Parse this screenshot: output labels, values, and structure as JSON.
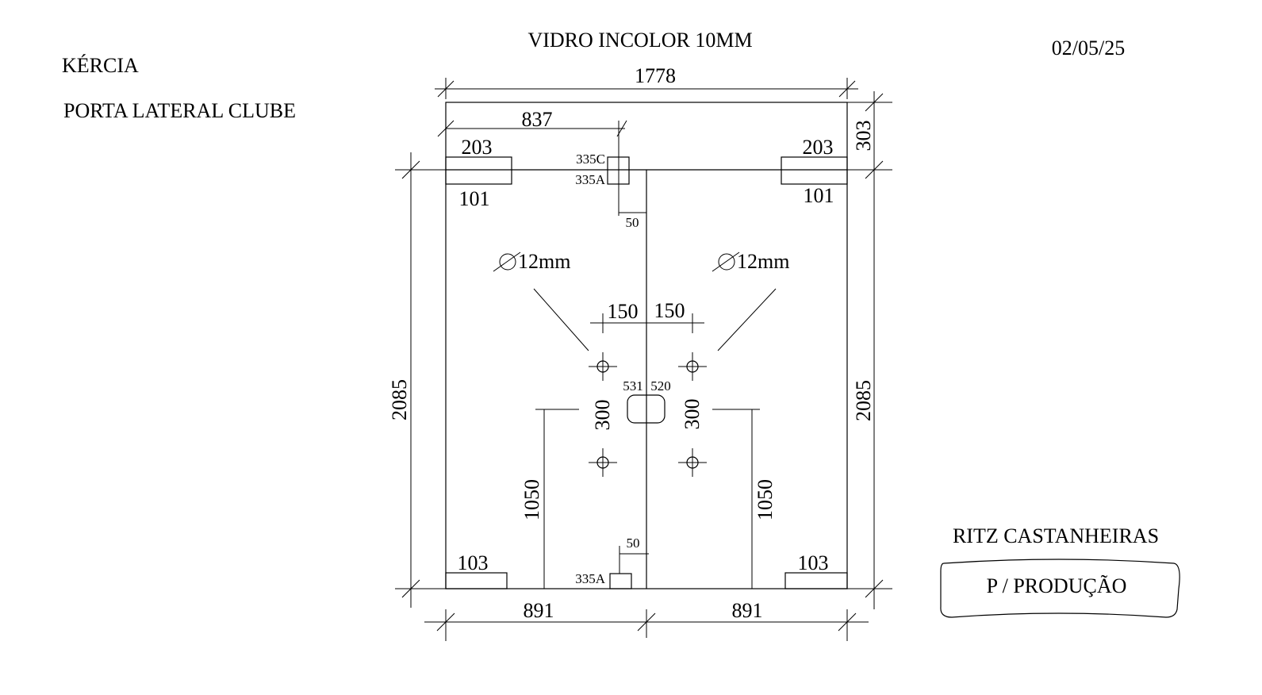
{
  "header": {
    "client": "KÉRCIA",
    "project": "PORTA LATERAL CLUBE",
    "material": "VIDRO INCOLOR 10MM",
    "date": "02/05/25"
  },
  "footer": {
    "location": "RITZ CASTANHEIRAS",
    "stamp": "P / PRODUÇÃO"
  },
  "dimensions": {
    "total_width": "1778",
    "total_height_left": "2085",
    "total_height_right": "2085",
    "top_section": "303",
    "left_panel_width": "891",
    "right_panel_width": "891",
    "pivot_offset": "837",
    "top_patch_left_width": "203",
    "top_patch_left_height": "101",
    "top_patch_right_width": "203",
    "top_patch_right_height": "101",
    "bottom_patch_left": "103",
    "bottom_patch_right": "103",
    "fitting_top_c": "335C",
    "fitting_top_a": "335A",
    "fitting_top_offset": "50",
    "fitting_bottom_a": "335A",
    "fitting_bottom_offset": "50",
    "hole_left_diameter": "12mm",
    "hole_right_diameter": "12mm",
    "handle_spacing_left": "150",
    "handle_spacing_right": "150",
    "handle_vertical_left": "300",
    "handle_vertical_right": "300",
    "lock_left": "531",
    "lock_right": "520",
    "handle_height_left": "1050",
    "handle_height_right": "1050"
  }
}
